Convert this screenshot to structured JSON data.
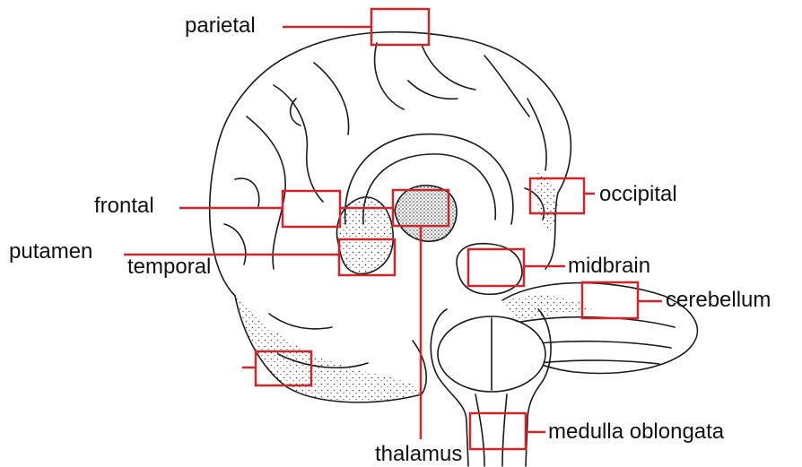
{
  "labels": {
    "parietal": "parietal",
    "frontal": "frontal",
    "putamen": "putamen",
    "temporal": "temporal",
    "occipital": "occipital",
    "midbrain": "midbrain",
    "cerebellum": "cerebellum",
    "medulla": "medulla oblongata",
    "thalamus": "thalamus"
  },
  "colors": {
    "leader": "#d3242a",
    "outline": "#1a1a1a",
    "text": "#111111",
    "background": "#ffffff"
  }
}
